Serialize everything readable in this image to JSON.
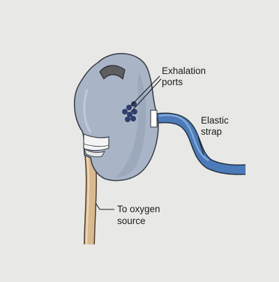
{
  "labels": {
    "exhalation_ports": [
      "Exhalation",
      "ports"
    ],
    "elastic_strap": [
      "Elastic",
      "strap"
    ],
    "oxygen_source": [
      "To oxygen",
      "source"
    ]
  },
  "colors": {
    "background": "#e8e8e6",
    "mask_fill": "#a9b5c7",
    "mask_outline": "#3a3f48",
    "strap": "#4b7bb8",
    "tube": "#d9b98f",
    "port_holes": "#2f3e6b"
  }
}
